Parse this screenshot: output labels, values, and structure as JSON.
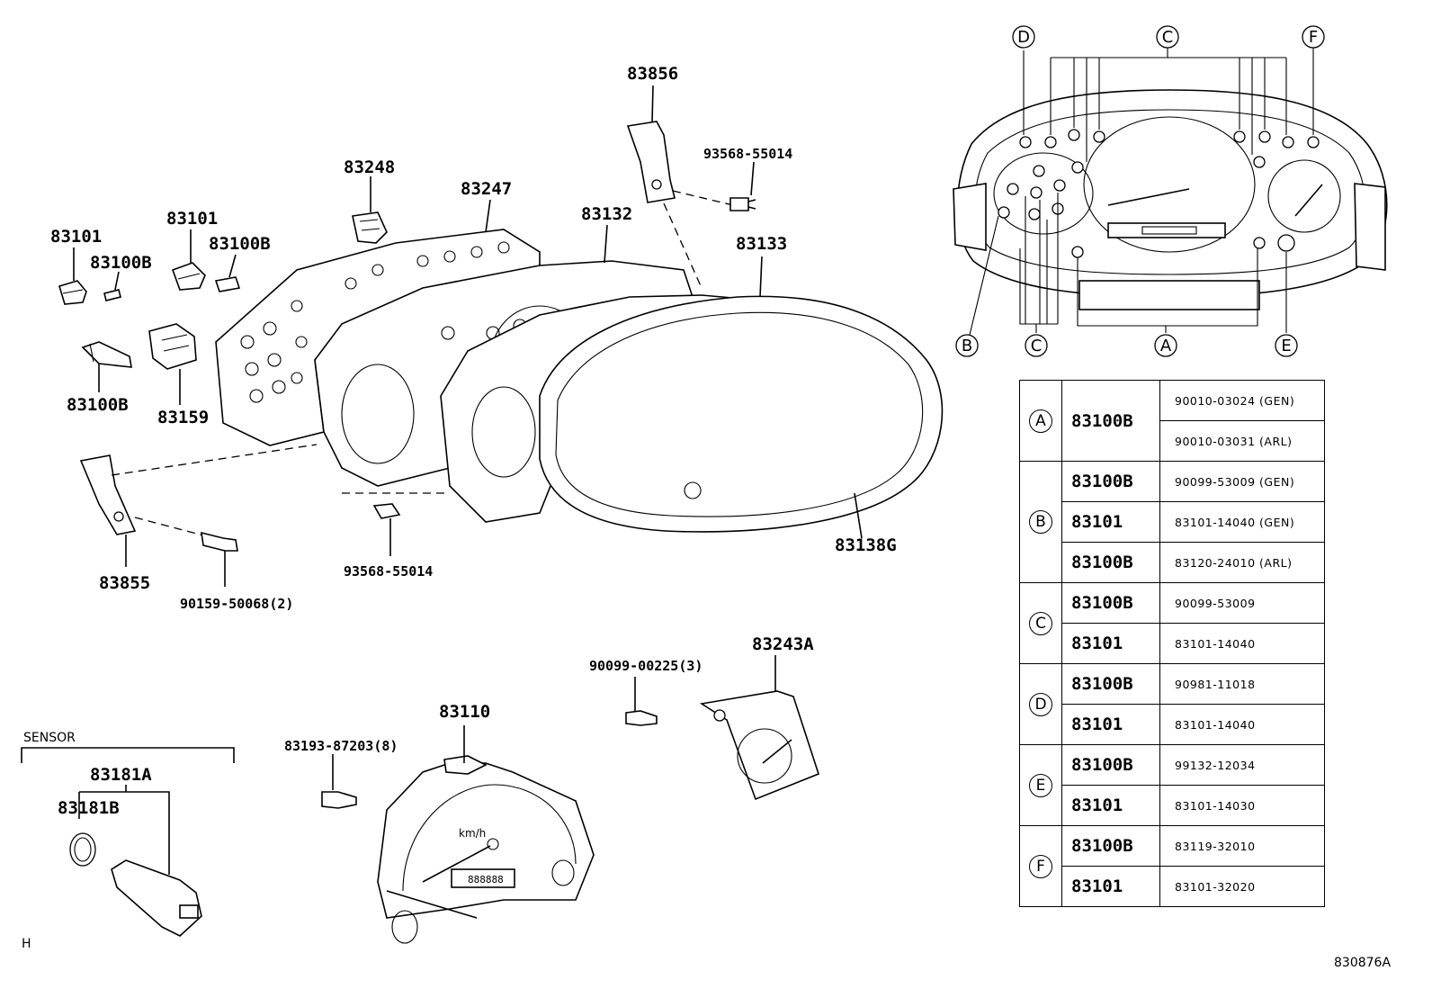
{
  "callouts": {
    "p83856": "83856",
    "p93568_top": "93568-55014",
    "p83248": "83248",
    "p83247": "83247",
    "p83132": "83132",
    "p83133": "83133",
    "p83101_a": "83101",
    "p83100b_a": "83100B",
    "p83101_b": "83101",
    "p83100b_b": "83100B",
    "p83100b_c": "83100B",
    "p83159": "83159",
    "p83855": "83855",
    "p90159": "90159-50068(2)",
    "p93568_bot": "93568-55014",
    "p83138g": "83138G",
    "p90099": "90099-00225(3)",
    "p83243a": "83243A",
    "p83110": "83110",
    "p83193": "83193-87203(8)",
    "p83181a": "83181A",
    "p83181b": "83181B"
  },
  "sensor_label": "SENSOR",
  "speedo_unit": "km/h",
  "odometer": "888888",
  "corner_mark": "H",
  "figure_code": "830876A",
  "locator_letters": {
    "top_d": "D",
    "top_c": "C",
    "top_f": "F",
    "bot_b": "B",
    "bot_c": "C",
    "bot_a": "A",
    "bot_e": "E"
  },
  "parts_table": [
    {
      "group": "A",
      "rows": [
        {
          "code": "83100B",
          "sub": [
            "90010-03024 (GEN)",
            "90010-03031 (ARL)"
          ]
        }
      ]
    },
    {
      "group": "B",
      "rows": [
        {
          "code": "83100B",
          "sub": [
            "90099-53009 (GEN)"
          ]
        },
        {
          "code": "83101",
          "sub": [
            "83101-14040 (GEN)"
          ]
        },
        {
          "code": "83100B",
          "sub": [
            "83120-24010 (ARL)"
          ]
        }
      ]
    },
    {
      "group": "C",
      "rows": [
        {
          "code": "83100B",
          "sub": [
            "90099-53009"
          ]
        },
        {
          "code": "83101",
          "sub": [
            "83101-14040"
          ]
        }
      ]
    },
    {
      "group": "D",
      "rows": [
        {
          "code": "83100B",
          "sub": [
            "90981-11018"
          ]
        },
        {
          "code": "83101",
          "sub": [
            "83101-14040"
          ]
        }
      ]
    },
    {
      "group": "E",
      "rows": [
        {
          "code": "83100B",
          "sub": [
            "99132-12034"
          ]
        },
        {
          "code": "83101",
          "sub": [
            "83101-14030"
          ]
        }
      ]
    },
    {
      "group": "F",
      "rows": [
        {
          "code": "83100B",
          "sub": [
            "83119-32010"
          ]
        },
        {
          "code": "83101",
          "sub": [
            "83101-32020"
          ]
        }
      ]
    }
  ]
}
